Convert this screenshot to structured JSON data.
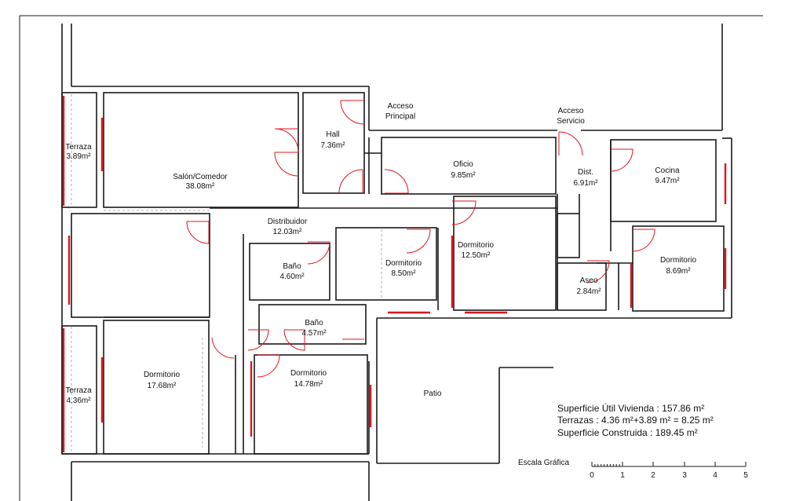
{
  "rooms": [
    {
      "id": "terraza-top",
      "name": "Terraza",
      "area": "3.89m²"
    },
    {
      "id": "salon",
      "name": "Salón/Comedor",
      "area": "38.08m²"
    },
    {
      "id": "hall",
      "name": "Hall",
      "area": "7.36m²"
    },
    {
      "id": "acceso-principal",
      "name": "Acceso",
      "area": "Principal"
    },
    {
      "id": "acceso-servicio",
      "name": "Acceso",
      "area": "Servicio"
    },
    {
      "id": "oficio",
      "name": "Oficio",
      "area": "9.85m²"
    },
    {
      "id": "dist",
      "name": "Dist.",
      "area": "6.91m²"
    },
    {
      "id": "cocina",
      "name": "Cocina",
      "area": "9.47m²"
    },
    {
      "id": "distribuidor",
      "name": "Distribuidor",
      "area": "12.03m²"
    },
    {
      "id": "bano-1",
      "name": "Baño",
      "area": "4.60m²"
    },
    {
      "id": "dormitorio-850",
      "name": "Dormitorio",
      "area": "8.50m²"
    },
    {
      "id": "dormitorio-1250",
      "name": "Dormitorio",
      "area": "12.50m²"
    },
    {
      "id": "aseo",
      "name": "Aseo",
      "area": "2.84m²"
    },
    {
      "id": "dormitorio-869",
      "name": "Dormitorio",
      "area": "8.69m²"
    },
    {
      "id": "bano-2",
      "name": "Baño",
      "area": "4.57m²"
    },
    {
      "id": "dormitorio-1768",
      "name": "Dormitorio",
      "area": "17.68m²"
    },
    {
      "id": "dormitorio-1478",
      "name": "Dormitorio",
      "area": "14.78m²"
    },
    {
      "id": "terraza-bottom",
      "name": "Terraza",
      "area": "4.36m²"
    },
    {
      "id": "patio",
      "name": "Patio",
      "area": ""
    }
  ],
  "summary": {
    "util": "Superficie Útil Vivienda : 157.86 m²",
    "terrazas": "Terrazas : 4.36 m²+3.89 m² = 8.25 m²",
    "construida": "Superficie Construida : 189.45 m²"
  },
  "scale": {
    "title": "Escala Gráfica",
    "ticks": [
      "0",
      "1",
      "2",
      "3",
      "4",
      "5"
    ]
  }
}
